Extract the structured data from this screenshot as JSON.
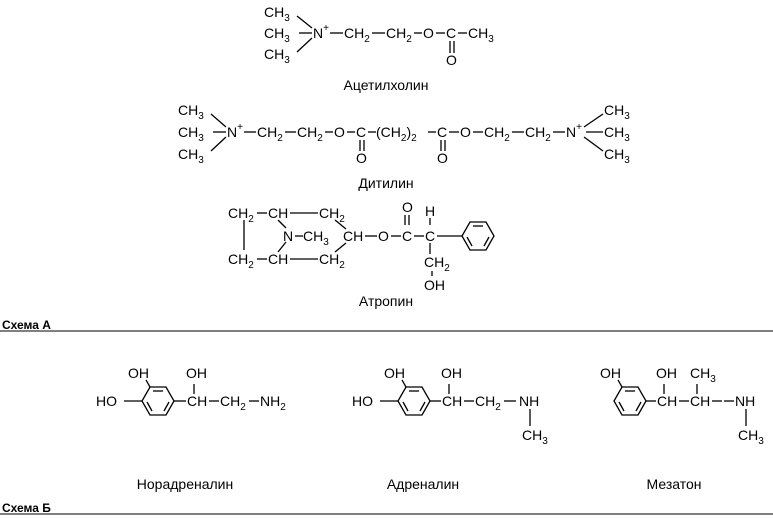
{
  "scheme_a": {
    "label": "Схема А",
    "molecules": [
      {
        "name": "Ацетилхолин"
      },
      {
        "name": "Дитилин"
      },
      {
        "name": "Атропин"
      }
    ]
  },
  "scheme_b": {
    "label": "Схема Б",
    "molecules": [
      {
        "name": "Норадреналин"
      },
      {
        "name": "Адреналин"
      },
      {
        "name": "Мезатон"
      }
    ]
  },
  "atom_labels": {
    "methyl": "CH",
    "methylene": "CH",
    "nitrogen_plus": "N",
    "nitrogen": "N",
    "oxygen": "O",
    "carbon": "C",
    "hydroxyl": "OH",
    "hydroxyl_left": "HO",
    "hydrogen": "H",
    "amine": "NH",
    "sub_2": "2",
    "sub_3": "3",
    "plus": "+",
    "dash": "–"
  },
  "colors": {
    "ink": "#000000",
    "background": "#ffffff"
  }
}
